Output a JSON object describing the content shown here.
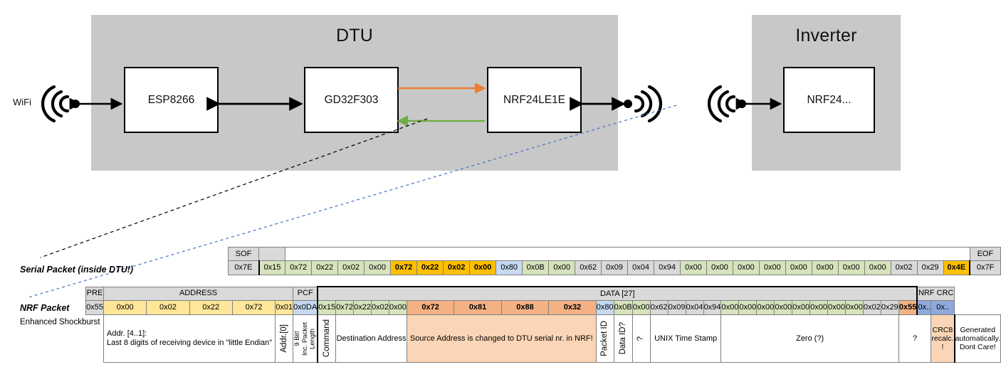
{
  "diagram": {
    "dtu": {
      "title": "DTU",
      "chips": [
        {
          "name": "ESP8266"
        },
        {
          "name": "GD32F303"
        },
        {
          "name": "NRF24LE1E"
        }
      ],
      "wifi_label": "WiFi",
      "arrows": {
        "uplink_color": "#ed7d31",
        "downlink_color": "#70ad47"
      }
    },
    "inverter": {
      "title": "Inverter",
      "chips": [
        {
          "name": "NRF24..."
        }
      ]
    },
    "callouts": {
      "serial_line_color": "#000000",
      "nrf_line_color": "#4472c4"
    }
  },
  "serial_packet": {
    "label": "Serial Packet (inside DTU!)",
    "headers": {
      "sof": "SOF",
      "eof": "EOF"
    },
    "sof_value": "0x7E",
    "eof_value": "0x7F",
    "cells": [
      {
        "v": "0x15",
        "c": "c-green"
      },
      {
        "v": "0x72",
        "c": "c-green"
      },
      {
        "v": "0x22",
        "c": "c-green"
      },
      {
        "v": "0x02",
        "c": "c-green"
      },
      {
        "v": "0x00",
        "c": "c-green"
      },
      {
        "v": "0x72",
        "c": "c-orange"
      },
      {
        "v": "0x22",
        "c": "c-orange"
      },
      {
        "v": "0x02",
        "c": "c-orange"
      },
      {
        "v": "0x00",
        "c": "c-orange"
      },
      {
        "v": "0x80",
        "c": "c-blue"
      },
      {
        "v": "0x0B",
        "c": "c-green"
      },
      {
        "v": "0x00",
        "c": "c-green"
      },
      {
        "v": "0x62",
        "c": "c-gray"
      },
      {
        "v": "0x09",
        "c": "c-gray"
      },
      {
        "v": "0x04",
        "c": "c-gray"
      },
      {
        "v": "0x94",
        "c": "c-gray"
      },
      {
        "v": "0x00",
        "c": "c-green"
      },
      {
        "v": "0x00",
        "c": "c-green"
      },
      {
        "v": "0x00",
        "c": "c-green"
      },
      {
        "v": "0x00",
        "c": "c-green"
      },
      {
        "v": "0x00",
        "c": "c-green"
      },
      {
        "v": "0x00",
        "c": "c-green"
      },
      {
        "v": "0x00",
        "c": "c-green"
      },
      {
        "v": "0x00",
        "c": "c-green"
      },
      {
        "v": "0x02",
        "c": "c-gray"
      },
      {
        "v": "0x29",
        "c": "c-gray"
      },
      {
        "v": "0x4E",
        "c": "c-orange"
      }
    ]
  },
  "nrf_packet": {
    "label": "NRF Packet",
    "sublabel": "Enhanced Shockburst",
    "headers": {
      "pre": "PRE",
      "address": "ADDRESS",
      "pcf": "PCF",
      "data": "DATA [27]",
      "crc": "NRF CRC"
    },
    "pre_value": "0x55",
    "address_values": [
      "0x00",
      "0x02",
      "0x22",
      "0x72",
      "0x01"
    ],
    "pcf_value": "0x0DA",
    "crc_values": [
      "0x..",
      "0x.."
    ],
    "cells": [
      {
        "v": "0x15",
        "c": "c-green"
      },
      {
        "v": "0x72",
        "c": "c-green"
      },
      {
        "v": "0x22",
        "c": "c-green"
      },
      {
        "v": "0x02",
        "c": "c-green"
      },
      {
        "v": "0x00",
        "c": "c-green"
      },
      {
        "v": "0x72",
        "c": "c-lorange"
      },
      {
        "v": "0x81",
        "c": "c-lorange"
      },
      {
        "v": "0x88",
        "c": "c-lorange"
      },
      {
        "v": "0x32",
        "c": "c-lorange"
      },
      {
        "v": "0x80",
        "c": "c-blue"
      },
      {
        "v": "0x0B",
        "c": "c-green"
      },
      {
        "v": "0x00",
        "c": "c-green"
      },
      {
        "v": "0x62",
        "c": "c-gray"
      },
      {
        "v": "0x09",
        "c": "c-gray"
      },
      {
        "v": "0x04",
        "c": "c-gray"
      },
      {
        "v": "0x94",
        "c": "c-gray"
      },
      {
        "v": "0x00",
        "c": "c-green"
      },
      {
        "v": "0x00",
        "c": "c-green"
      },
      {
        "v": "0x00",
        "c": "c-green"
      },
      {
        "v": "0x00",
        "c": "c-green"
      },
      {
        "v": "0x00",
        "c": "c-green"
      },
      {
        "v": "0x00",
        "c": "c-green"
      },
      {
        "v": "0x00",
        "c": "c-green"
      },
      {
        "v": "0x00",
        "c": "c-green"
      },
      {
        "v": "0x02",
        "c": "c-gray"
      },
      {
        "v": "0x29",
        "c": "c-gray"
      },
      {
        "v": "0x55",
        "c": "c-lorange"
      }
    ],
    "annotations": {
      "address_note": "Addr. [4..1]:\nLast 8 digits of receiving device in \"little Endian\"",
      "addr0": "Addr.[0]",
      "nine_bit": "9 Bit!",
      "inc_packet_length": "Inc. Packet Length",
      "command": "Command",
      "destination_address": "Destination Address",
      "source_address_note": "Source Address is changed to DTU serial nr. in NRF!",
      "packet_id": "Packet ID",
      "data_id": "Data ID?",
      "question_1": "?",
      "unix_time_stamp": "UNIX Time Stamp",
      "zero": "Zero (?)",
      "question_2": "?",
      "crc8": "CRC8 recalc. !",
      "crc_generated": "Generated automatically. Dont Care!"
    }
  }
}
